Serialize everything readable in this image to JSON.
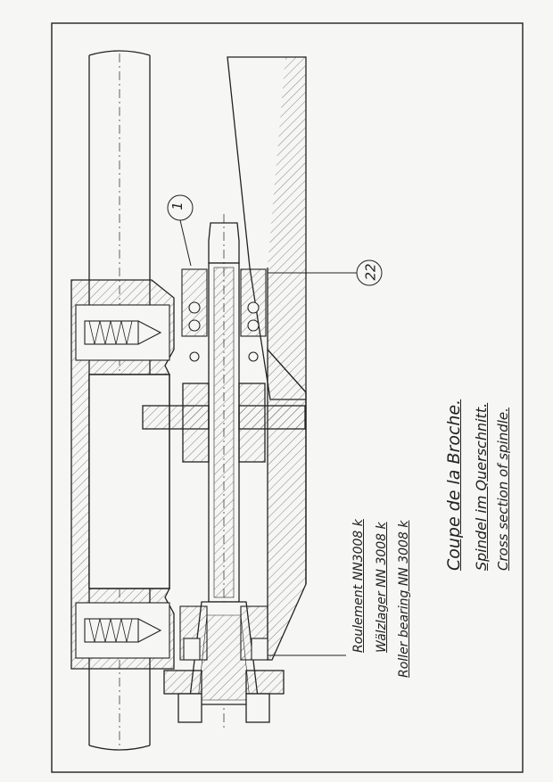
{
  "drawing": {
    "title": {
      "french": "Coupe de la Broche.",
      "german": "Spindel im Querschnitt.",
      "english": "Cross section of spindle."
    },
    "bearing_labels": {
      "french": "Roulement NN3008 k",
      "german": "Wälzlager  NN 3008 k",
      "english": "Roller bearing  NN 3008 k"
    },
    "callouts": [
      "1",
      "22"
    ]
  }
}
